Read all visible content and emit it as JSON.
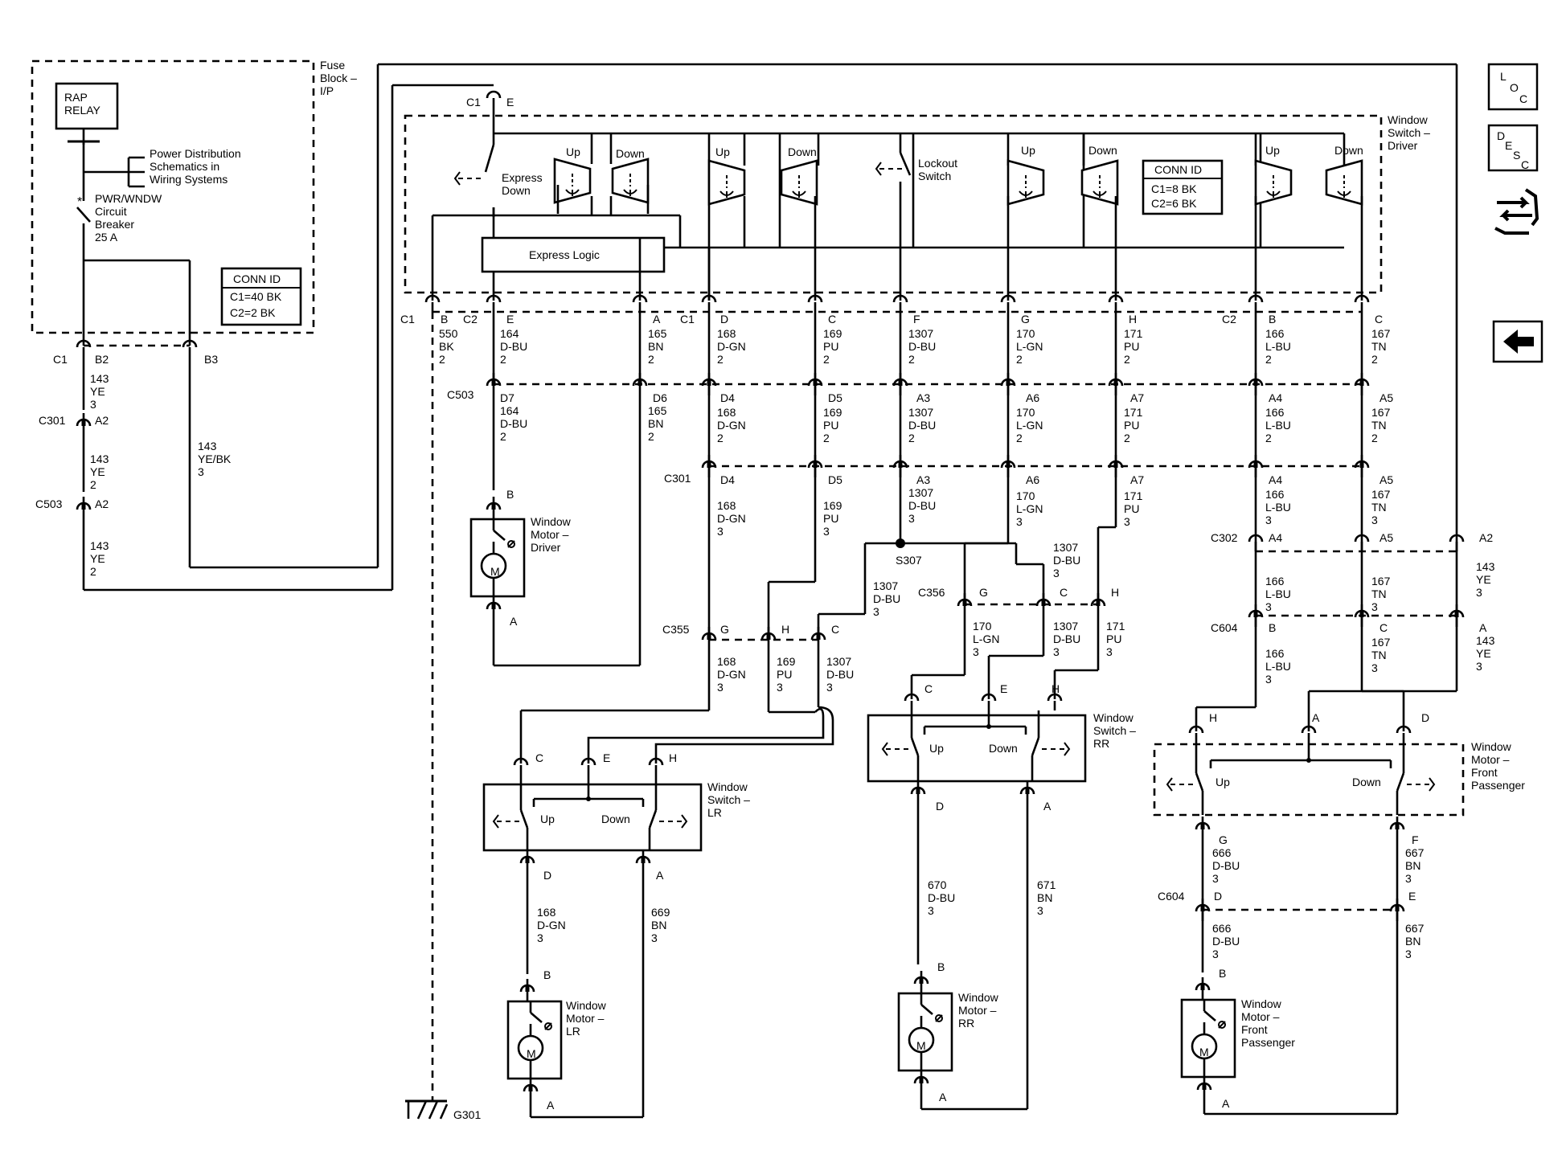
{
  "fuse_block": {
    "title": "Fuse Block – I/P",
    "relay": "RAP RELAY",
    "pds": "Power Distribution Schematics in Wiring Systems",
    "breaker": "PWR/WNDW Circuit Breaker 25 A",
    "conn_id": {
      "title": "CONN ID",
      "c1": "C1=40 BK",
      "c2": "C2=2 BK"
    }
  },
  "driver_switch": {
    "title": "Window Switch – Driver",
    "express_down": "Express Down",
    "express_logic": "Express Logic",
    "lockout": "Lockout Switch",
    "up": "Up",
    "down": "Down",
    "conn_id": {
      "title": "CONN ID",
      "c1": "C1=8 BK",
      "c2": "C2=6 BK"
    }
  },
  "connectors": {
    "c1": "C1",
    "c2": "C2",
    "c301": "C301",
    "c302": "C302",
    "c355": "C355",
    "c356": "C356",
    "c503": "C503",
    "c604": "C604",
    "s307": "S307",
    "g301": "G301"
  },
  "pins": {
    "a": "A",
    "b": "B",
    "c": "C",
    "d": "D",
    "e": "E",
    "f": "F",
    "g": "G",
    "h": "H",
    "a2": "A2",
    "a3": "A3",
    "a4": "A4",
    "a5": "A5",
    "a6": "A6",
    "a7": "A7",
    "b2": "B2",
    "b3": "B3",
    "d4": "D4",
    "d5": "D5",
    "d6": "D6",
    "d7": "D7"
  },
  "circuits": {
    "c143": "143",
    "c164": "164",
    "c165": "165",
    "c166": "166",
    "c167": "167",
    "c168": "168",
    "c169": "169",
    "c170": "170",
    "c171": "171",
    "c550": "550",
    "c666": "666",
    "c667": "667",
    "c669": "669",
    "c670": "670",
    "c671": "671",
    "c1307": "1307"
  },
  "colors": {
    "ye": "YE",
    "yebk": "YE/BK",
    "bk": "BK",
    "dbu": "D-BU",
    "bn": "BN",
    "dgn": "D-GN",
    "pu": "PU",
    "lgn": "L-GN",
    "lbu": "L-BU",
    "tn": "TN"
  },
  "sizes": {
    "s2": "2",
    "s3": "3"
  },
  "components": {
    "motor_driver": "Window Motor – Driver",
    "motor_lr": "Window Motor – LR",
    "motor_rr": "Window Motor – RR",
    "motor_fp": "Window Motor – Front Passenger",
    "switch_lr": "Window Switch – LR",
    "switch_rr": "Window Switch – RR",
    "motor_symbol": "M"
  },
  "nav": {
    "loc": [
      "L",
      "O",
      "C"
    ],
    "desc": [
      "D",
      "E",
      "S",
      "C"
    ],
    "icons": [
      "loc-button",
      "desc-button",
      "connector-views-icon",
      "back-arrow-icon"
    ]
  }
}
